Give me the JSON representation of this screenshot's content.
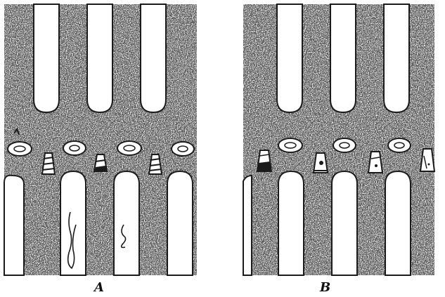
{
  "figure": {
    "panels": [
      {
        "id": "A",
        "label": "A"
      },
      {
        "id": "B",
        "label": "B"
      }
    ],
    "colors": {
      "ink": "#1a1a1a",
      "paper": "#ffffff",
      "stipple_background": "#e9e9e9"
    }
  }
}
